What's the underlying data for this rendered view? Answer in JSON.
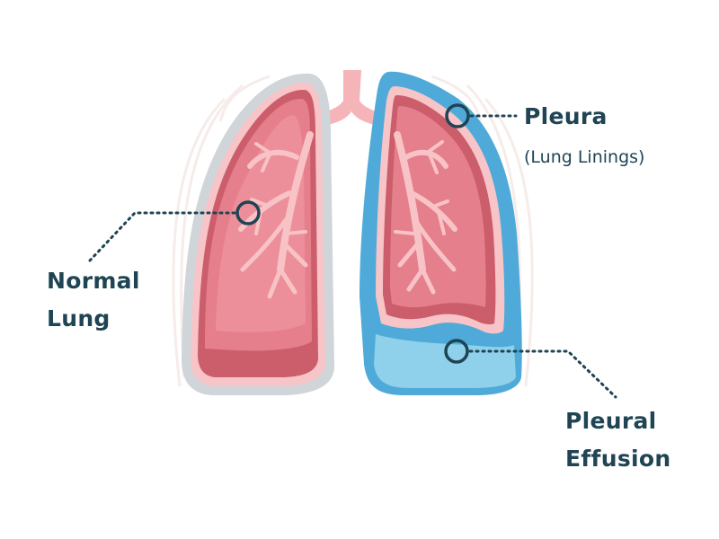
{
  "labels": {
    "pleura": "Pleura",
    "pleura_sub": "(Lung Linings)",
    "normal_lung_line1": "Normal",
    "normal_lung_line2": "Lung",
    "pleural_effusion_line1": "Pleural",
    "pleural_effusion_line2": "Effusion"
  },
  "colors": {
    "lung_fill": "#e57f8b",
    "lung_inner": "#f09aa4",
    "lung_dark": "#cc5d6b",
    "lung_lining": "#f7c4c8",
    "pleura_outline_normal": "#cfd5d9",
    "pleural_fluid": "#4faad9",
    "pleural_fluid_light": "#8fd0ea",
    "trachea": "#f5b4b8",
    "bronchi": "#f8c3c6",
    "annotation": "#1f4454",
    "background_lines": "#f6ece9"
  }
}
